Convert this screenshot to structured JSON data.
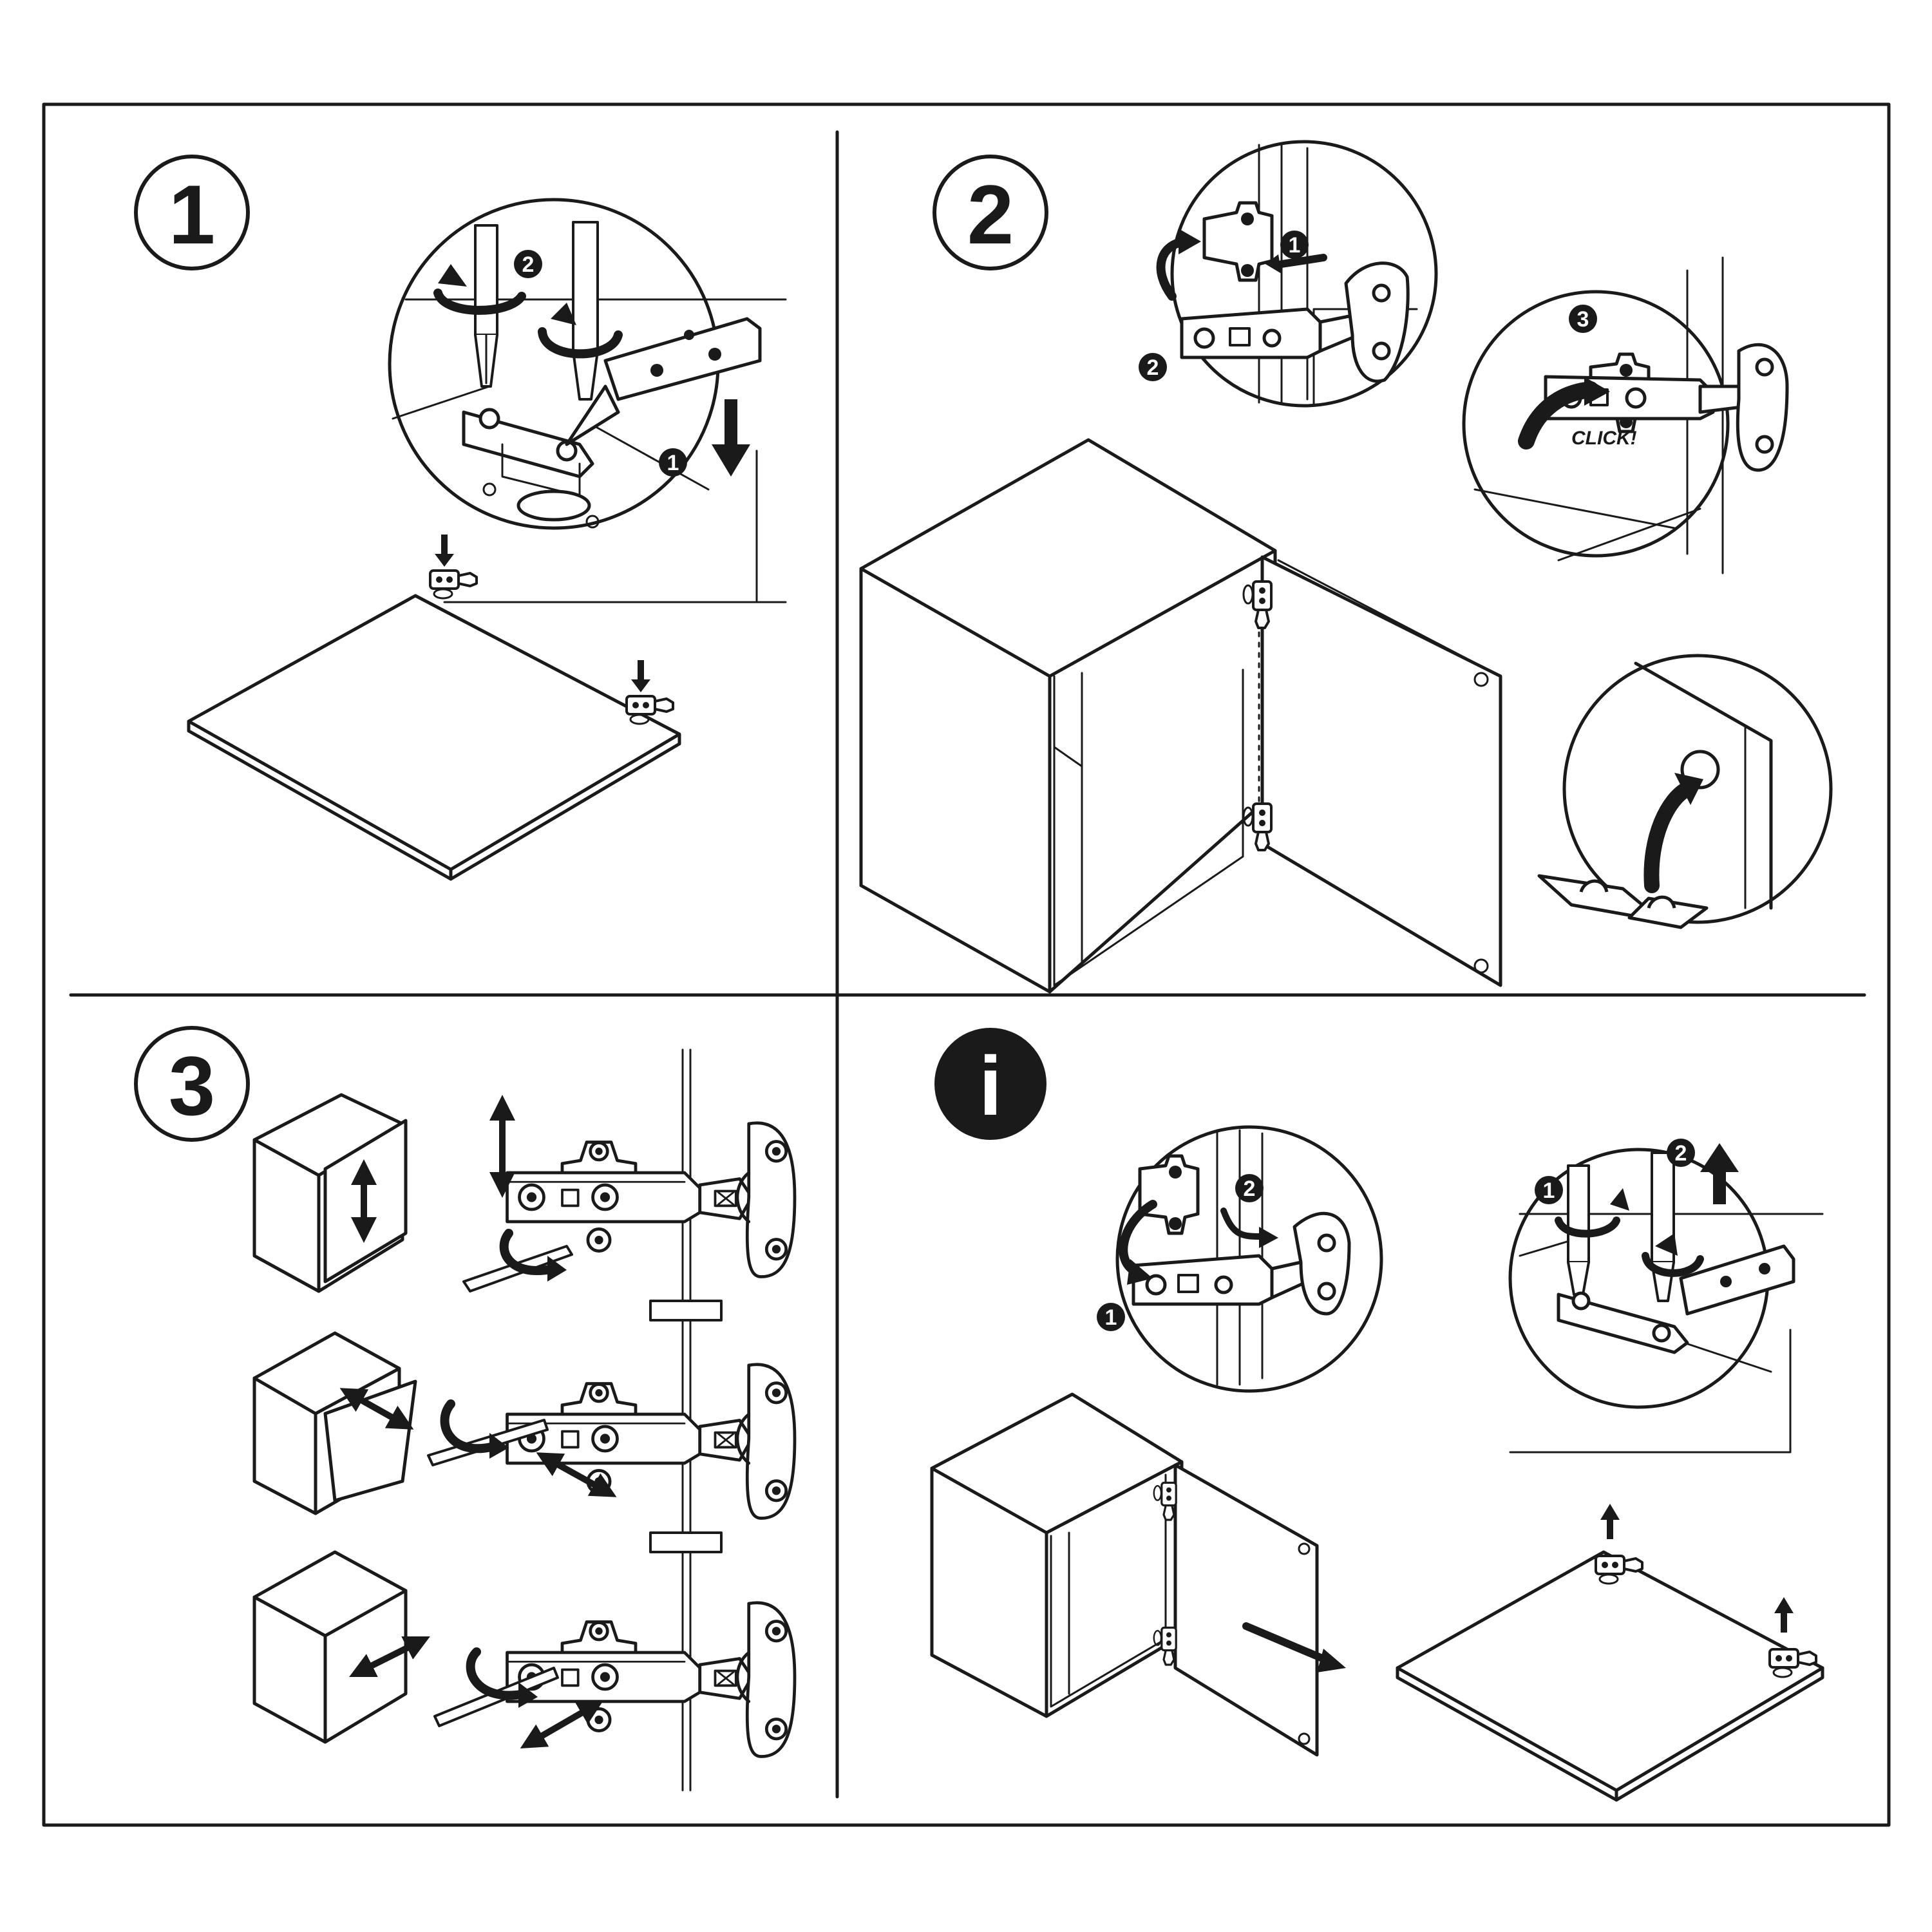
{
  "panels": {
    "step1": {
      "number": "1"
    },
    "step2": {
      "number": "2"
    },
    "step3": {
      "number": "3"
    },
    "info": {
      "number": "i"
    }
  },
  "badges": {
    "one": "1",
    "two": "2",
    "three": "3"
  },
  "labels": {
    "click": "CLICK!"
  },
  "icons": {
    "screwdriver": "screwdriver-icon",
    "hinge": "hinge-icon",
    "bumper": "door-bumper-icon"
  },
  "colors": {
    "ink": "#1a1a1a",
    "paper": "#ffffff"
  }
}
